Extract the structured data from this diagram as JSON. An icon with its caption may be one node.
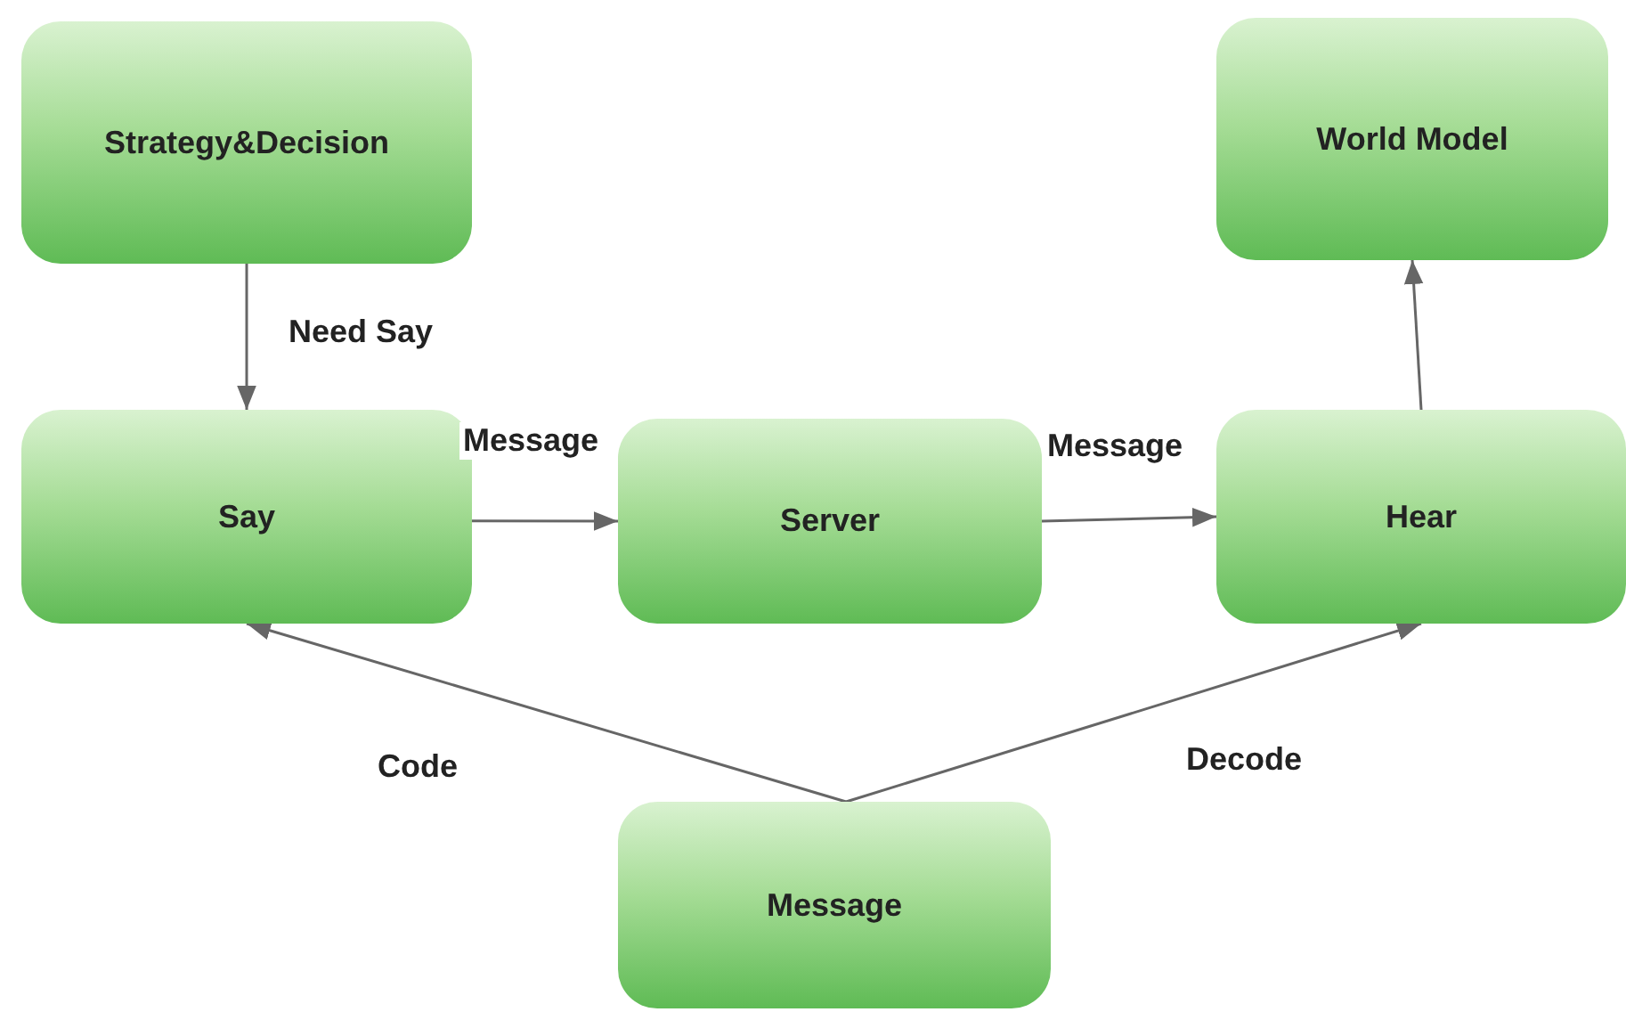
{
  "diagram": {
    "nodes": [
      {
        "text": [
          "Strategy&Decision"
        ]
      },
      {
        "text": [
          "World Model"
        ]
      },
      {
        "text": [
          "Say"
        ]
      },
      {
        "text": [
          "Server"
        ]
      },
      {
        "text": [
          "Hear"
        ]
      },
      {
        "text": [
          "Message"
        ]
      }
    ],
    "edges": [
      {
        "from": 0,
        "to": 2,
        "arrow": "to",
        "label": "Need Say"
      },
      {
        "from": 2,
        "to": 3,
        "arrow": "to",
        "label": "Message"
      },
      {
        "from": 3,
        "to": 4,
        "arrow": "to",
        "label": "Message"
      },
      {
        "from": 4,
        "to": 1,
        "arrow": "to"
      },
      {
        "from": 5,
        "to": 2,
        "arrow": "to",
        "label": "Code"
      },
      {
        "from": 5,
        "to": 4,
        "arrow": "to",
        "label": "Decode"
      }
    ]
  }
}
